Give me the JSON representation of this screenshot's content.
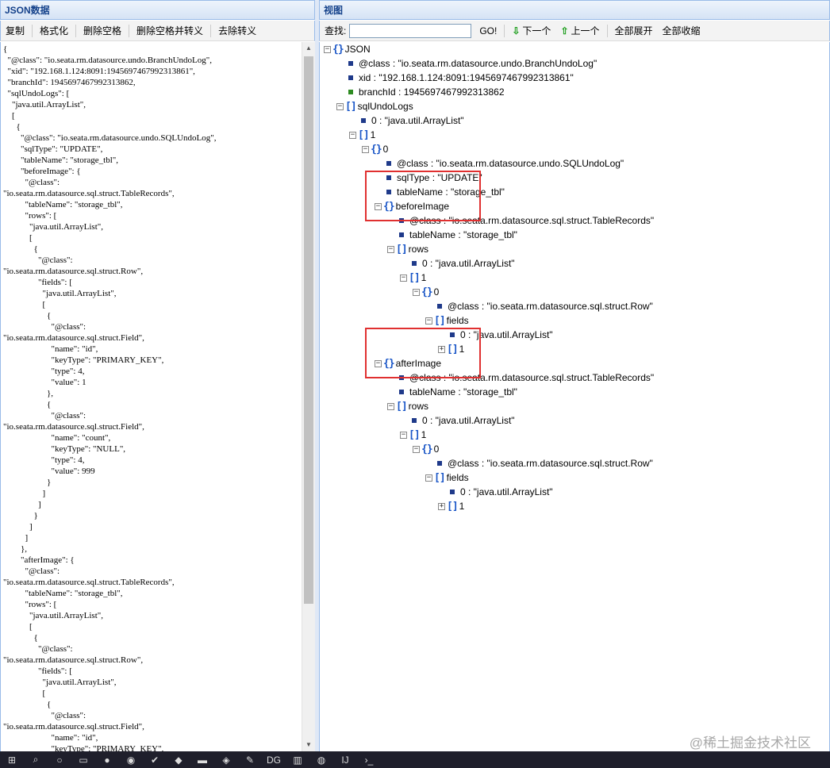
{
  "left_panel": {
    "title": "JSON数据",
    "toolbar": [
      "复制",
      "格式化",
      "删除空格",
      "删除空格并转义",
      "去除转义"
    ],
    "raw_lines": [
      "{",
      "  \"@class\": \"io.seata.rm.datasource.undo.BranchUndoLog\",",
      "  \"xid\": \"192.168.1.124:8091:1945697467992313861\",",
      "  \"branchId\": 1945697467992313862,",
      "  \"sqlUndoLogs\": [",
      "    \"java.util.ArrayList\",",
      "    [",
      "      {",
      "        \"@class\": \"io.seata.rm.datasource.undo.SQLUndoLog\",",
      "        \"sqlType\": \"UPDATE\",",
      "        \"tableName\": \"storage_tbl\",",
      "        \"beforeImage\": {",
      "          \"@class\":",
      "\"io.seata.rm.datasource.sql.struct.TableRecords\",",
      "          \"tableName\": \"storage_tbl\",",
      "          \"rows\": [",
      "            \"java.util.ArrayList\",",
      "            [",
      "              {",
      "                \"@class\":",
      "\"io.seata.rm.datasource.sql.struct.Row\",",
      "                \"fields\": [",
      "                  \"java.util.ArrayList\",",
      "                  [",
      "                    {",
      "                      \"@class\":",
      "\"io.seata.rm.datasource.sql.struct.Field\",",
      "                      \"name\": \"id\",",
      "                      \"keyType\": \"PRIMARY_KEY\",",
      "                      \"type\": 4,",
      "                      \"value\": 1",
      "                    },",
      "                    {",
      "                      \"@class\":",
      "\"io.seata.rm.datasource.sql.struct.Field\",",
      "                      \"name\": \"count\",",
      "                      \"keyType\": \"NULL\",",
      "                      \"type\": 4,",
      "                      \"value\": 999",
      "                    }",
      "                  ]",
      "                ]",
      "              }",
      "            ]",
      "          ]",
      "        },",
      "        \"afterImage\": {",
      "          \"@class\":",
      "\"io.seata.rm.datasource.sql.struct.TableRecords\",",
      "          \"tableName\": \"storage_tbl\",",
      "          \"rows\": [",
      "            \"java.util.ArrayList\",",
      "            [",
      "              {",
      "                \"@class\":",
      "\"io.seata.rm.datasource.sql.struct.Row\",",
      "                \"fields\": [",
      "                  \"java.util.ArrayList\",",
      "                  [",
      "                    {",
      "                      \"@class\":",
      "\"io.seata.rm.datasource.sql.struct.Field\",",
      "                      \"name\": \"id\",",
      "                      \"keyType\": \"PRIMARY_KEY\","
    ]
  },
  "right_panel": {
    "title": "视图",
    "search_label": "查找:",
    "search_value": "",
    "go": "GO!",
    "next": "下一个",
    "prev": "上一个",
    "expand_all": "全部展开",
    "collapse_all": "全部收缩",
    "tree": [
      {
        "t": "obj",
        "d": 0,
        "label": "JSON",
        "toggle": "-"
      },
      {
        "t": "leaf",
        "d": 1,
        "label": "@class : \"io.seata.rm.datasource.undo.BranchUndoLog\""
      },
      {
        "t": "leaf",
        "d": 1,
        "label": "xid : \"192.168.1.124:8091:1945697467992313861\""
      },
      {
        "t": "leaf",
        "d": 1,
        "label": "branchId : 1945697467992313862",
        "green": true
      },
      {
        "t": "arr",
        "d": 1,
        "label": "sqlUndoLogs",
        "toggle": "-"
      },
      {
        "t": "leaf",
        "d": 2,
        "label": "0 : \"java.util.ArrayList\""
      },
      {
        "t": "arr",
        "d": 2,
        "label": "1",
        "toggle": "-"
      },
      {
        "t": "obj",
        "d": 3,
        "label": "0",
        "toggle": "-"
      },
      {
        "t": "leaf",
        "d": 4,
        "label": "@class : \"io.seata.rm.datasource.undo.SQLUndoLog\""
      },
      {
        "t": "leaf",
        "d": 4,
        "label": "sqlType : \"UPDATE\""
      },
      {
        "t": "leaf",
        "d": 4,
        "label": "tableName : \"storage_tbl\""
      },
      {
        "t": "obj",
        "d": 4,
        "label": "beforeImage",
        "toggle": "-"
      },
      {
        "t": "leaf",
        "d": 5,
        "label": "@class : \"io.seata.rm.datasource.sql.struct.TableRecords\""
      },
      {
        "t": "leaf",
        "d": 5,
        "label": "tableName : \"storage_tbl\""
      },
      {
        "t": "arr",
        "d": 5,
        "label": "rows",
        "toggle": "-"
      },
      {
        "t": "leaf",
        "d": 6,
        "label": "0 : \"java.util.ArrayList\""
      },
      {
        "t": "arr",
        "d": 6,
        "label": "1",
        "toggle": "-"
      },
      {
        "t": "obj",
        "d": 7,
        "label": "0",
        "toggle": "-"
      },
      {
        "t": "leaf",
        "d": 8,
        "label": "@class : \"io.seata.rm.datasource.sql.struct.Row\""
      },
      {
        "t": "arr",
        "d": 8,
        "label": "fields",
        "toggle": "-"
      },
      {
        "t": "leaf",
        "d": 9,
        "label": "0 : \"java.util.ArrayList\""
      },
      {
        "t": "arr",
        "d": 9,
        "label": "1",
        "toggle": "+"
      },
      {
        "t": "obj",
        "d": 4,
        "label": "afterImage",
        "toggle": "-"
      },
      {
        "t": "leaf",
        "d": 5,
        "label": "@class : \"io.seata.rm.datasource.sql.struct.TableRecords\""
      },
      {
        "t": "leaf",
        "d": 5,
        "label": "tableName : \"storage_tbl\""
      },
      {
        "t": "arr",
        "d": 5,
        "label": "rows",
        "toggle": "-"
      },
      {
        "t": "leaf",
        "d": 6,
        "label": "0 : \"java.util.ArrayList\""
      },
      {
        "t": "arr",
        "d": 6,
        "label": "1",
        "toggle": "-"
      },
      {
        "t": "obj",
        "d": 7,
        "label": "0",
        "toggle": "-"
      },
      {
        "t": "leaf",
        "d": 8,
        "label": "@class : \"io.seata.rm.datasource.sql.struct.Row\""
      },
      {
        "t": "arr",
        "d": 8,
        "label": "fields",
        "toggle": "-"
      },
      {
        "t": "leaf",
        "d": 9,
        "label": "0 : \"java.util.ArrayList\""
      },
      {
        "t": "arr",
        "d": 9,
        "label": "1",
        "toggle": "+"
      }
    ]
  },
  "taskbar": {
    "icons": [
      "windows-start-icon",
      "search-icon",
      "cortana-icon",
      "task-view-icon",
      "chrome-icon",
      "firefox-icon",
      "todo-icon",
      "github-icon",
      "folder-icon",
      "visual-studio-icon",
      "notepad-icon",
      "datagrip-icon",
      "database-icon",
      "network-icon",
      "intellij-icon",
      "powershell-icon"
    ]
  },
  "watermark": "@稀土掘金技术社区"
}
